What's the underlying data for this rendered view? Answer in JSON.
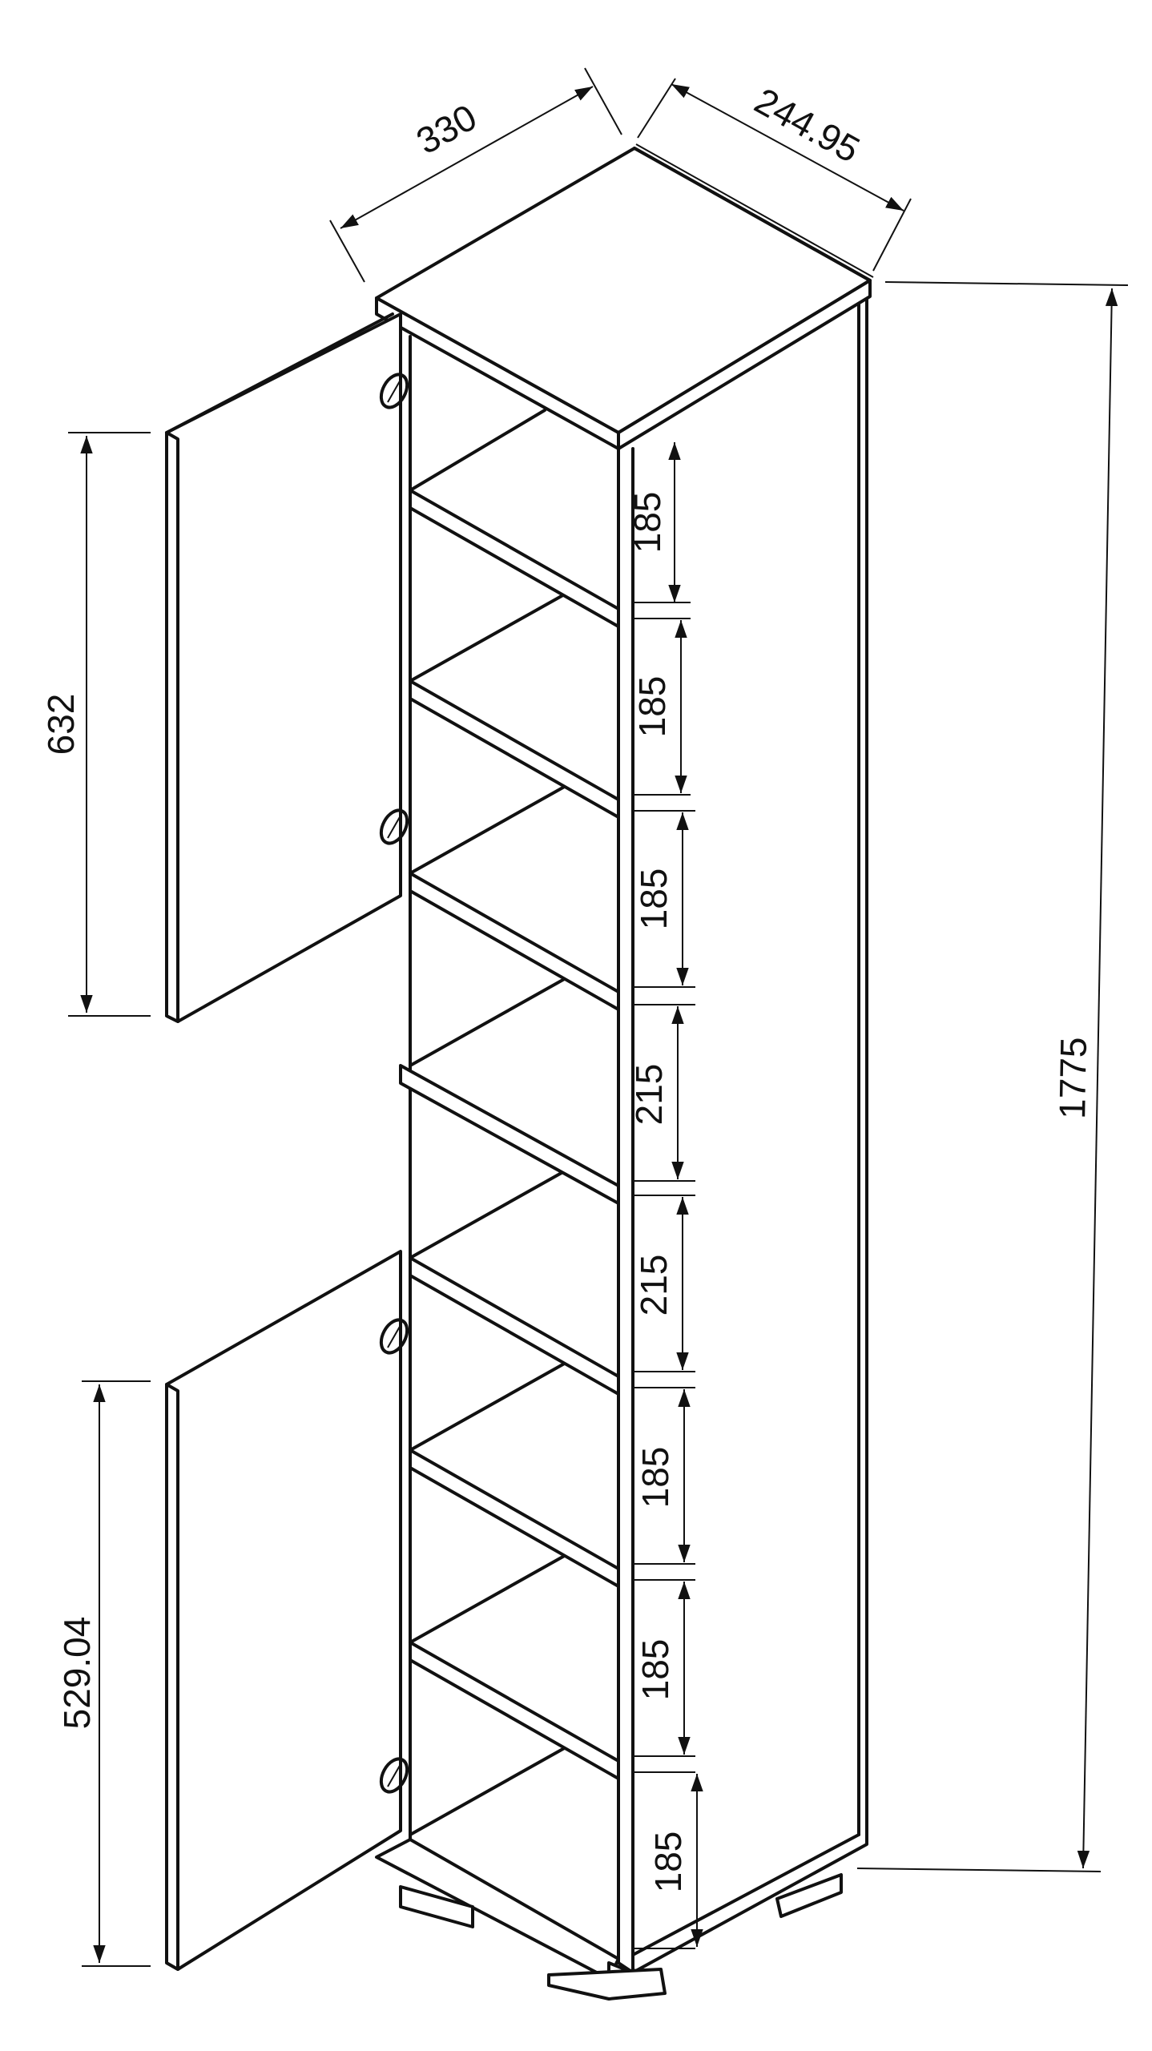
{
  "dimensions": {
    "top_width": "330",
    "top_depth": "244.95",
    "total_height": "1775",
    "upper_door_height": "632",
    "lower_door_height": "529.04",
    "shelf_spacings": [
      "185",
      "185",
      "185",
      "215",
      "215",
      "185",
      "185",
      "185"
    ]
  }
}
